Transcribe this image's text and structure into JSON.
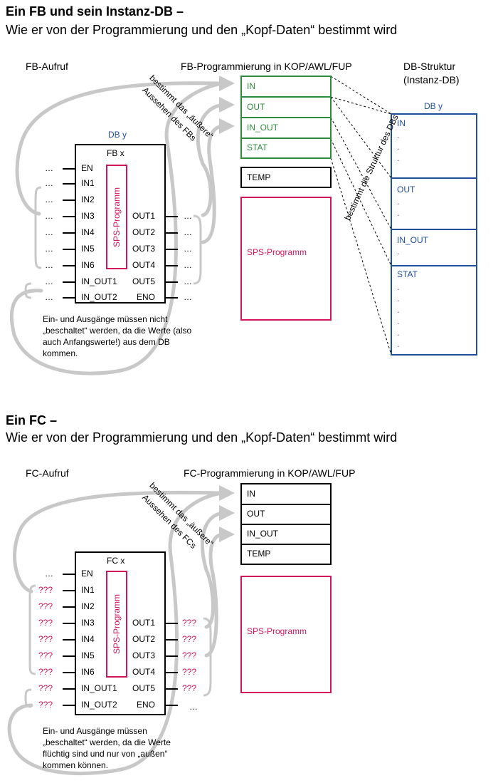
{
  "fb_section": {
    "title": "Ein FB und sein Instanz-DB –",
    "subtitle": "Wie er von der Programmierung und den „Kopf-Daten“ bestimmt wird",
    "call_label": "FB-Aufruf",
    "programming_label": "FB-Programmierung in KOP/AWL/FUP",
    "db_structure_label_1": "DB-Struktur",
    "db_structure_label_2": "(Instanz-DB)",
    "block_name": "FB x",
    "db_name": "DB y",
    "rotated_program": "SPS-Programm",
    "decl_in": "IN",
    "decl_out": "OUT",
    "decl_in_out": "IN_OUT",
    "decl_stat": "STAT",
    "decl_temp": "TEMP",
    "program_area": "SPS-Programm",
    "db_table_title": "DB y",
    "db_in": "IN",
    "db_out": "OUT",
    "db_in_out": "IN_OUT",
    "db_stat": "STAT",
    "dot": ".",
    "ellipsis": "…",
    "rotated_outer_1": "bestimmt das „äußere“",
    "rotated_outer_2": "Aussehen des FBs",
    "rotated_structure": "bestimmt die Struktur des DBs",
    "note": "Ein- und Ausgänge müssen nicht „beschaltet“ werden, da die Werte (also auch Anfangswerte!) aus dem DB kommen."
  },
  "fc_section": {
    "title": "Ein FC –",
    "subtitle": "Wie er von der Programmierung und den „Kopf-Daten“ bestimmt wird",
    "call_label": "FC-Aufruf",
    "programming_label": "FC-Programmierung in KOP/AWL/FUP",
    "block_name": "FC x",
    "rotated_program": "SPS-Programm",
    "decl_in": "IN",
    "decl_out": "OUT",
    "decl_in_out": "IN_OUT",
    "decl_temp": "TEMP",
    "program_area": "SPS-Programm",
    "question": "???",
    "ellipsis": "…",
    "rotated_outer_1": "bestimmt das „äußere“",
    "rotated_outer_2": "Aussehen des FCs",
    "note": "Ein- und Ausgänge müssen „beschaltet“ werden, da die Werte flüchtig sind und nur von „außen“ kommen können."
  },
  "pins": {
    "en": "EN",
    "eno": "ENO",
    "in1": "IN1",
    "in2": "IN2",
    "in3": "IN3",
    "in4": "IN4",
    "in5": "IN5",
    "in6": "IN6",
    "in_out1": "IN_OUT1",
    "in_out2": "IN_OUT2",
    "out1": "OUT1",
    "out2": "OUT2",
    "out3": "OUT3",
    "out4": "OUT4",
    "out5": "OUT5"
  },
  "colors": {
    "green": "#2e8b3d",
    "blue": "#1f4e9c",
    "red": "#d4145a",
    "gray_arrow": "#c8c8c8"
  }
}
